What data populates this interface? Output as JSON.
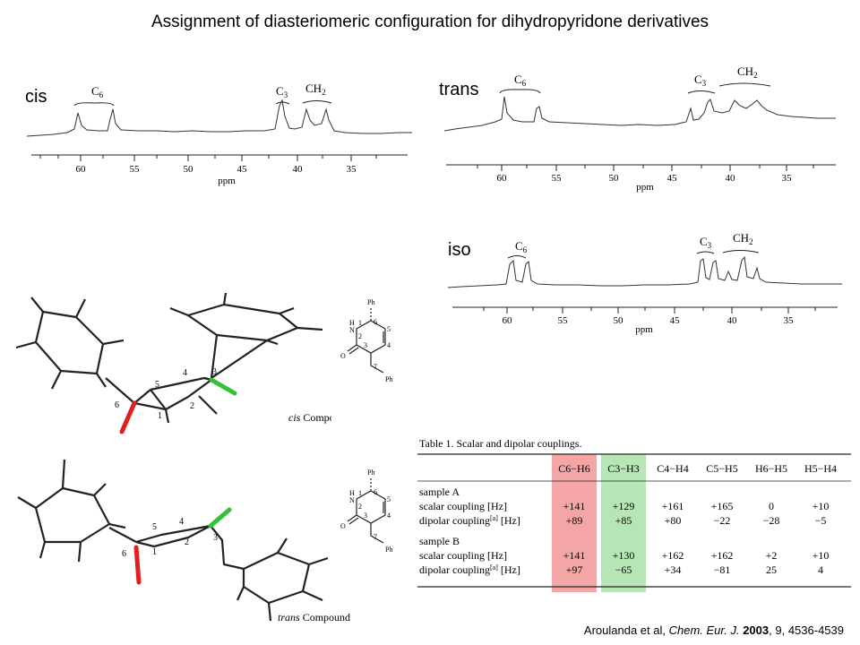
{
  "title": "Assignment of diasteriomeric configuration for dihydropyridone derivatives",
  "spectra": [
    {
      "id": "cis",
      "label": "cis",
      "ticks": [
        "60",
        "55",
        "50",
        "45",
        "40",
        "35"
      ],
      "unit": "ppm",
      "regions": [
        "C6",
        "C3",
        "CH2"
      ]
    },
    {
      "id": "trans",
      "label": "trans",
      "ticks": [
        "60",
        "55",
        "50",
        "45",
        "40",
        "35"
      ],
      "unit": "ppm",
      "regions": [
        "C6",
        "C3",
        "CH2"
      ]
    },
    {
      "id": "iso",
      "label": "iso",
      "ticks": [
        "60",
        "55",
        "50",
        "45",
        "40",
        "35"
      ],
      "unit": "ppm",
      "regions": [
        "C6",
        "C3",
        "CH2"
      ]
    }
  ],
  "molecules": {
    "cis_caption_italic": "cis",
    "cis_caption_rest": " Compound",
    "trans_caption_italic": "trans",
    "trans_caption_rest": " Compound",
    "atom_numbers": [
      "1",
      "2",
      "3",
      "4",
      "5",
      "6"
    ],
    "scheme_labels": {
      "ph": "Ph",
      "nh_h": "H",
      "nh_n": "N",
      "o": "O",
      "ch2ph": "Ph",
      "pos1": "1",
      "pos2": "2",
      "pos3": "3",
      "pos4": "4",
      "pos5": "5",
      "pos6": "6",
      "pos7": "7"
    }
  },
  "table": {
    "caption": "Table 1.  Scalar and dipolar couplings.",
    "columns": [
      "C6−H6",
      "C3−H3",
      "C4−H4",
      "C5−H5",
      "H6−H5",
      "H5−H4"
    ],
    "highlight_colors": {
      "c6h6": "#f4a6a6",
      "c3h3": "#b6e6b6"
    },
    "groups": [
      {
        "name": "sample A",
        "rows": [
          {
            "label": "scalar coupling [Hz]",
            "values": [
              "+141",
              "+129",
              "+161",
              "+165",
              "0",
              "+10"
            ]
          },
          {
            "label": "dipolar coupling",
            "sup": "[a]",
            "unit": " [Hz]",
            "values": [
              "+89",
              "+85",
              "+80",
              "−22",
              "−28",
              "−5"
            ]
          }
        ]
      },
      {
        "name": "sample B",
        "rows": [
          {
            "label": "scalar coupling [Hz]",
            "values": [
              "+141",
              "+130",
              "+162",
              "+162",
              "+2",
              "+10"
            ]
          },
          {
            "label": "dipolar coupling",
            "sup": "[a]",
            "unit": " [Hz]",
            "values": [
              "+97",
              "−65",
              "+34",
              "−81",
              "25",
              "4"
            ]
          }
        ]
      }
    ]
  },
  "reference": {
    "authors": "Aroulanda et al, ",
    "journal": "Chem. Eur. J.",
    "year": " 2003",
    "rest": ", 9, 4536-4539"
  },
  "highlight_colors": {
    "red": "#e02020",
    "green": "#33c233"
  }
}
